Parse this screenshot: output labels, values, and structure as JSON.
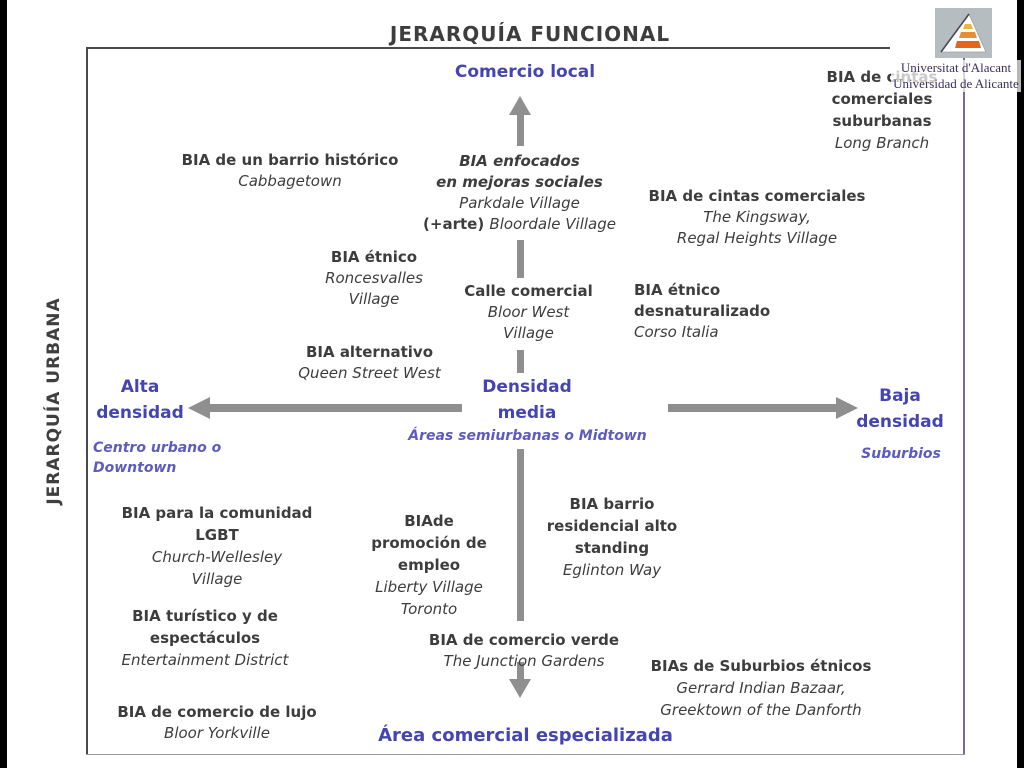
{
  "title": "JERARQUÍA FUNCIONAL",
  "vertical_axis_label": "JERARQUÍA URBANA",
  "logo": {
    "line1": "Universitat d'Alacant",
    "line2": "Universidad de Alicante"
  },
  "colors": {
    "dark_text": "#3d3d3d",
    "blue_heading": "#4545b2",
    "blue_subtitle": "#5c5cc0",
    "arrow_gray": "#8f8f8f",
    "border_purple": "#7b6a8f",
    "logo_orange_top": "#f2b04a",
    "logo_orange_mid": "#ed8d33",
    "logo_orange_bottom": "#e2671d"
  },
  "nodes": {
    "pole_top": {
      "lines": [
        {
          "t": "Comercio local",
          "s": "b"
        }
      ]
    },
    "pole_bottom": {
      "lines": [
        {
          "t": "Área comercial especializada",
          "s": "b"
        }
      ]
    },
    "densidad_media": {
      "lines": [
        {
          "t": "Densidad",
          "s": "b"
        },
        {
          "t": "media",
          "s": "b"
        }
      ]
    },
    "densidad_media_sub": {
      "lines": [
        {
          "t": "Áreas semiurbanas o Midtown",
          "s": "bi"
        }
      ]
    },
    "alta": {
      "lines": [
        {
          "t": "Alta",
          "s": "b"
        },
        {
          "t": "densidad",
          "s": "b"
        }
      ]
    },
    "alta_sub": {
      "lines": [
        {
          "t": "Centro urbano o",
          "s": "bi"
        },
        {
          "t": "Downtown",
          "s": "bi"
        }
      ]
    },
    "baja": {
      "lines": [
        {
          "t": "Baja",
          "s": "b"
        },
        {
          "t": "densidad",
          "s": "b"
        }
      ]
    },
    "baja_sub": {
      "lines": [
        {
          "t": "Suburbios",
          "s": "bi"
        }
      ]
    },
    "barrio_historico": {
      "lines": [
        {
          "t": "BIA de un barrio histórico",
          "s": "b"
        },
        {
          "t": "Cabbagetown",
          "s": "i"
        }
      ]
    },
    "mejoras_sociales": {
      "lines": [
        {
          "t": "BIA enfocados",
          "s": "bi"
        },
        {
          "t": "en mejoras sociales",
          "s": "bi"
        },
        {
          "t": "Parkdale Village",
          "s": "i"
        },
        {
          "parts": [
            {
              "t": "(+arte) ",
              "s": "b"
            },
            {
              "t": "Bloordale Village",
              "s": "i"
            }
          ]
        }
      ]
    },
    "cintas_suburbanas": {
      "lines": [
        {
          "t": "BIA de cintas",
          "s": "b"
        },
        {
          "t": "comerciales",
          "s": "b"
        },
        {
          "t": "suburbanas",
          "s": "b"
        },
        {
          "t": "Long Branch",
          "s": "i"
        }
      ]
    },
    "cintas_comerciales": {
      "lines": [
        {
          "t": "BIA de cintas comerciales",
          "s": "b"
        },
        {
          "t": "The Kingsway,",
          "s": "i"
        },
        {
          "t": "Regal Heights Village",
          "s": "i"
        }
      ]
    },
    "etnico": {
      "lines": [
        {
          "t": "BIA étnico",
          "s": "b"
        },
        {
          "t": "Roncesvalles",
          "s": "i"
        },
        {
          "t": "Village",
          "s": "i"
        }
      ]
    },
    "calle_comercial": {
      "lines": [
        {
          "t": "Calle comercial",
          "s": "b"
        },
        {
          "t": "Bloor West",
          "s": "i"
        },
        {
          "t": "Village",
          "s": "i"
        }
      ]
    },
    "etnico_desnaturalizado": {
      "lines": [
        {
          "t": "BIA étnico",
          "s": "b"
        },
        {
          "t": "desnaturalizado",
          "s": "b"
        },
        {
          "t": "Corso Italia",
          "s": "i"
        }
      ]
    },
    "alternativo": {
      "lines": [
        {
          "t": "BIA alternativo",
          "s": "b"
        },
        {
          "t": "Queen Street West",
          "s": "i"
        }
      ]
    },
    "lgbt": {
      "lines": [
        {
          "t": "BIA para la comunidad",
          "s": "b"
        },
        {
          "t": "LGBT",
          "s": "b"
        },
        {
          "t": "Church-Wellesley",
          "s": "i"
        },
        {
          "t": "Village",
          "s": "i"
        }
      ]
    },
    "promocion_empleo": {
      "lines": [
        {
          "t": "BIAde",
          "s": "b"
        },
        {
          "t": "promoción de",
          "s": "b"
        },
        {
          "t": "empleo",
          "s": "b"
        },
        {
          "t": "Liberty Village",
          "s": "i"
        },
        {
          "t": "Toronto",
          "s": "i"
        }
      ]
    },
    "barrio_residencial": {
      "lines": [
        {
          "t": "BIA barrio",
          "s": "b"
        },
        {
          "t": "residencial alto",
          "s": "b"
        },
        {
          "t": "standing",
          "s": "b"
        },
        {
          "t": "Eglinton Way",
          "s": "i"
        }
      ]
    },
    "turistico": {
      "lines": [
        {
          "t": "BIA turístico y de",
          "s": "b"
        },
        {
          "t": "espectáculos",
          "s": "b"
        },
        {
          "t": "Entertainment District",
          "s": "i"
        }
      ]
    },
    "comercio_verde": {
      "lines": [
        {
          "t": "BIA de comercio verde",
          "s": "b"
        },
        {
          "t": "The Junction Gardens",
          "s": "i"
        }
      ]
    },
    "suburbios_etnicos": {
      "lines": [
        {
          "t": "BIAs de Suburbios étnicos",
          "s": "b"
        },
        {
          "t": "Gerrard Indian Bazaar,",
          "s": "i"
        },
        {
          "t": "Greektown of the Danforth",
          "s": "i"
        }
      ]
    },
    "comercio_lujo": {
      "lines": [
        {
          "t": "BIA de comercio de lujo",
          "s": "b"
        },
        {
          "t": "Bloor Yorkville",
          "s": "i"
        }
      ]
    }
  }
}
